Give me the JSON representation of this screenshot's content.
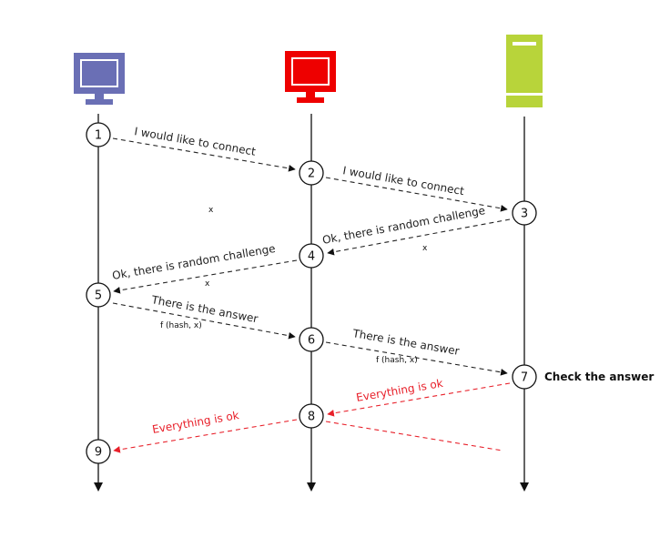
{
  "actors": [
    {
      "name": "client-pc",
      "icon": "computer-icon",
      "color": "#6a6fb5"
    },
    {
      "name": "attacker-pc",
      "icon": "computer-icon",
      "color": "#ee0000"
    },
    {
      "name": "server",
      "icon": "server-icon",
      "color": "#b8d43a"
    }
  ],
  "steps": [
    "1",
    "2",
    "3",
    "4",
    "5",
    "6",
    "7",
    "8",
    "9"
  ],
  "messages": {
    "m1": "I would like to connect",
    "m2": "I would like to connect",
    "m3": "Ok, there is random challenge",
    "m4": "Ok, there is random challenge",
    "m5": "There is the answer",
    "m6": "There is the answer",
    "m7": "Everything is ok",
    "m8": "Everything is ok"
  },
  "annotations": {
    "x_a": "x",
    "x_b": "x",
    "x_c": "x",
    "f1": "f (hash, x)",
    "f2": "f (hash, x)",
    "check": "Check the answer"
  },
  "colors": {
    "line": "#111111",
    "dash": "#222222",
    "ok": "#e8202a",
    "pc_blue": "#6a6fb5",
    "pc_red": "#ee0000",
    "server_green": "#b8d43a"
  }
}
